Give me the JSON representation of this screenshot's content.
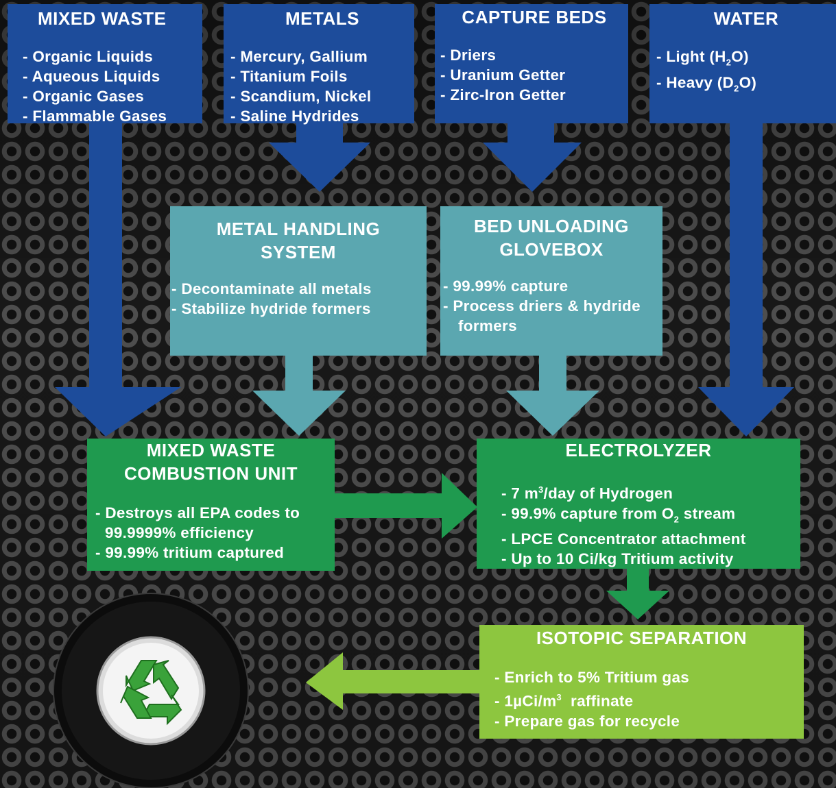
{
  "boxes": {
    "mixed_waste": {
      "title": "MIXED WASTE",
      "items": [
        "- Organic Liquids",
        "- Aqueous Liquids",
        "- Organic Gases",
        "- Flammable Gases"
      ]
    },
    "metals": {
      "title": "METALS",
      "items": [
        "- Mercury, Gallium",
        "- Titanium Foils",
        "- Scandium, Nickel",
        "- Saline Hydrides"
      ]
    },
    "capture_beds": {
      "title": "CAPTURE BEDS",
      "items": [
        "- Driers",
        "- Uranium Getter",
        "- Zirc-Iron Getter"
      ]
    },
    "water": {
      "title": "WATER",
      "light": {
        "prefix": "- Light (H",
        "sub": "2",
        "suffix": "O)"
      },
      "heavy": {
        "prefix": "- Heavy  (D",
        "sub": "2",
        "suffix": "O)"
      }
    },
    "metal_handling": {
      "title_line1": "METAL HANDLING",
      "title_line2": "SYSTEM",
      "items": [
        "- Decontaminate all metals",
        "- Stabilize hydride formers"
      ]
    },
    "bed_unloading": {
      "title_line1": "BED UNLOADING",
      "title_line2": "GLOVEBOX",
      "items": [
        "- 99.99% capture",
        "- Process driers & hydride"
      ],
      "continuation": "formers"
    },
    "combustion": {
      "title_line1": "MIXED WASTE",
      "title_line2": "COMBUSTION UNIT",
      "items": [
        "- Destroys all EPA codes to",
        "- 99.99% tritium captured"
      ],
      "continuation": "99.9999% efficiency"
    },
    "electrolyzer": {
      "title": "ELECTROLYZER",
      "item1": {
        "prefix": "- 7 m",
        "sup": "3",
        "suffix": "/day of Hydrogen"
      },
      "item2": {
        "prefix": "- 99.9% capture from O",
        "sub": "2",
        "suffix": " stream"
      },
      "item3": "- LPCE Concentrator attachment",
      "item4": "- Up to 10 Ci/kg Tritium activity"
    },
    "isotopic": {
      "title": "ISOTOPIC SEPARATION",
      "item1": "- Enrich to 5% Tritium gas",
      "item2": {
        "prefix": "- 1µCi/m",
        "sup": "3",
        "suffix": "  raffinate"
      },
      "item3": "- Prepare gas for recycle"
    }
  },
  "colors": {
    "blue": "#1d4c9b",
    "teal": "#5ba7b0",
    "green": "#1f9a4f",
    "lime": "#8dc63f"
  },
  "icons": {
    "recycle": "recycle-icon"
  }
}
